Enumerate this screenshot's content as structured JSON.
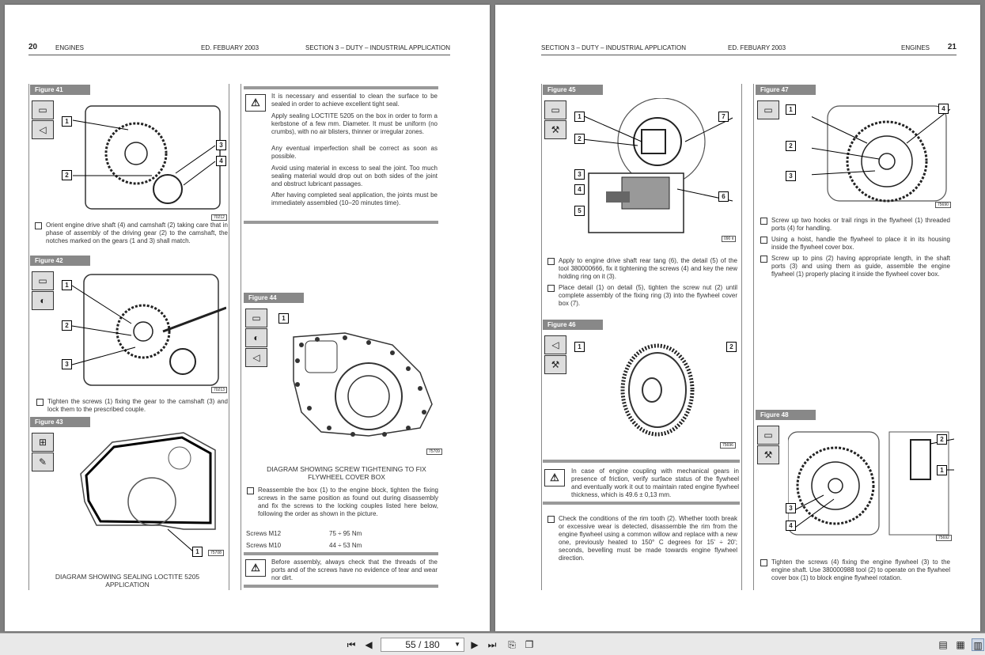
{
  "left_page": {
    "header": {
      "page_number": "20",
      "section_left": "ENGINES",
      "edition": "ED. FEBUARY 2003",
      "section_right": "SECTION 3 – DUTY – INDUSTRIAL APPLICATION"
    },
    "fig41": {
      "label": "Figure 41",
      "code": "70212",
      "text": "Orient engine drive shaft (4) and camshaft (2) taking care that in phase of assembly of the driving gear (2) to the camshaft, the notches marked on the gears (1 and 3) shall match."
    },
    "fig42": {
      "label": "Figure 42",
      "code": "70213",
      "text": "Tighten the screws (1) fixing the gear to the camshaft (3) and lock them to the prescribed couple."
    },
    "fig43": {
      "label": "Figure 43",
      "code": "75708",
      "caption": "DIAGRAM SHOWING SEALING LOCTITE 5205 APPLICATION"
    },
    "warn1": {
      "p1": "It is necessary and essential to clean the surface to be sealed in order to achieve excellent tight seal.",
      "p2": "Apply sealing LOCTITE 5205 on the box in order to form a kerbstone of a few mm. Diameter. It must be uniform (no crumbs), with no air blisters, thinner or irregular zones.",
      "p3": "Any eventual imperfection shall be correct as soon as possible.",
      "p4": "Avoid using material in excess to seal the joint. Too much sealing material would drop out on both sides of the joint and obstruct lubricant passages.",
      "p5": "After having completed seal application, the joints must be immediately assembled (10–20 minutes time)."
    },
    "fig44": {
      "label": "Figure 44",
      "code": "75709",
      "caption": "DIAGRAM SHOWING SCREW TIGHTENING TO FIX FLYWHEEL COVER BOX",
      "text": "Reassemble the box (1) to the engine block, tighten the fixing screws in the same position as found out during disassembly and fix the screws to the locking couples listed here below, following the order as shown in the picture.",
      "rows": [
        {
          "name": "Screws M12",
          "value": "75 ÷ 95 Nm"
        },
        {
          "name": "Screws M10",
          "value": "44 ÷ 53 Nm"
        }
      ]
    },
    "warn2": "Before assembly, always check that the threads of the ports and of the screws have no evidence of tear and wear nor dirt."
  },
  "right_page": {
    "header": {
      "page_number": "21",
      "section_left": "SECTION 3 – DUTY – INDUSTRIAL APPLICATION",
      "edition": "ED. FEBUARY 2003",
      "section_right": "ENGINES"
    },
    "fig45": {
      "label": "Figure 45",
      "code": "090 it",
      "text1": "Apply to engine drive shaft rear tang (6), the detail (5) of the tool 380000666, fix it tightening the screws (4) and key the new holding ring on it (3).",
      "text2": "Place detail (1) on detail (5), tighten the screw nut (2) until complete assembly of the fixing ring (3) into the flywheel cover box (7)."
    },
    "fig46": {
      "label": "Figure 46",
      "code": "75696"
    },
    "warn3": "In case of engine coupling with mechanical gears in presence of friction, verify surface status of the flywheel and eventually work it out to maintain rated engine flywheel thickness, which is 49.6 ± 0,13 mm.",
    "rim_text": "Check the conditions of the rim tooth (2). Whether tooth break or excessive wear is detected, disassemble the rim from the engine flywheel using a common willow and replace with a new one, previously heated to 150° C degrees for 15' ÷ 20'; seconds, bevelling must be made towards engine flywheel direction.",
    "fig47": {
      "label": "Figure 47",
      "code": "75690",
      "text1": "Screw up two hooks or trail rings in the flywheel (1) threaded ports (4) for handling.",
      "text2": "Using a hoist, handle the flywheel to place it in its housing inside the flywheel cover box.",
      "text3": "Screw up to pins (2) having appropriate length, in the shaft ports (3) and using them as guide, assemble the engine flywheel (1) properly placing it inside the flywheel cover box."
    },
    "fig48": {
      "label": "Figure 48",
      "code": "75692",
      "text": "Tighten the screws (4) fixing the engine flywheel (3) to the engine shaft. Use 380000988 tool (2) to operate on the flywheel cover box (1) to block engine flywheel rotation."
    }
  },
  "toolbar": {
    "page_display": "55 / 180",
    "icons": [
      "first-page-icon",
      "prev-page-icon",
      "next-page-icon",
      "last-page-icon",
      "rotate-icon",
      "fit-icon",
      "single-page-icon",
      "continuous-icon",
      "two-page-icon"
    ]
  }
}
